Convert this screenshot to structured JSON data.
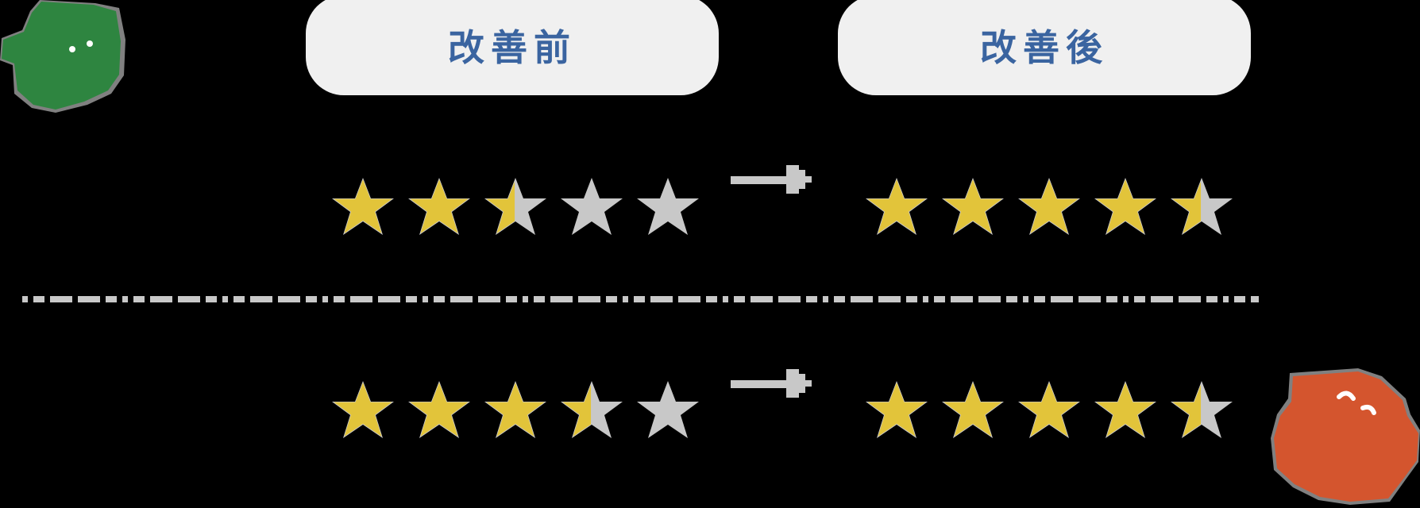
{
  "headers": {
    "before_label": "改善前",
    "after_label": "改善後",
    "text_color": "#3a64a0",
    "background": "#f0f0f0"
  },
  "colors": {
    "star_filled": "#e2c43a",
    "star_empty": "#c8c8c8",
    "arrow": "#c8c8c8",
    "divider": "#c8c8c8",
    "green_character": "#2e8540",
    "orange_character": "#d4552e",
    "background": "#000000"
  },
  "rows": [
    {
      "before_rating": 2.5,
      "after_rating": 4.5,
      "max_rating": 5
    },
    {
      "before_rating": 3.5,
      "after_rating": 4.5,
      "max_rating": 5
    }
  ],
  "icons": {
    "arrow": "arrow-right-icon",
    "star": "star-icon",
    "character_top_left": "green-blob-character",
    "character_bottom_right": "orange-blob-character"
  }
}
